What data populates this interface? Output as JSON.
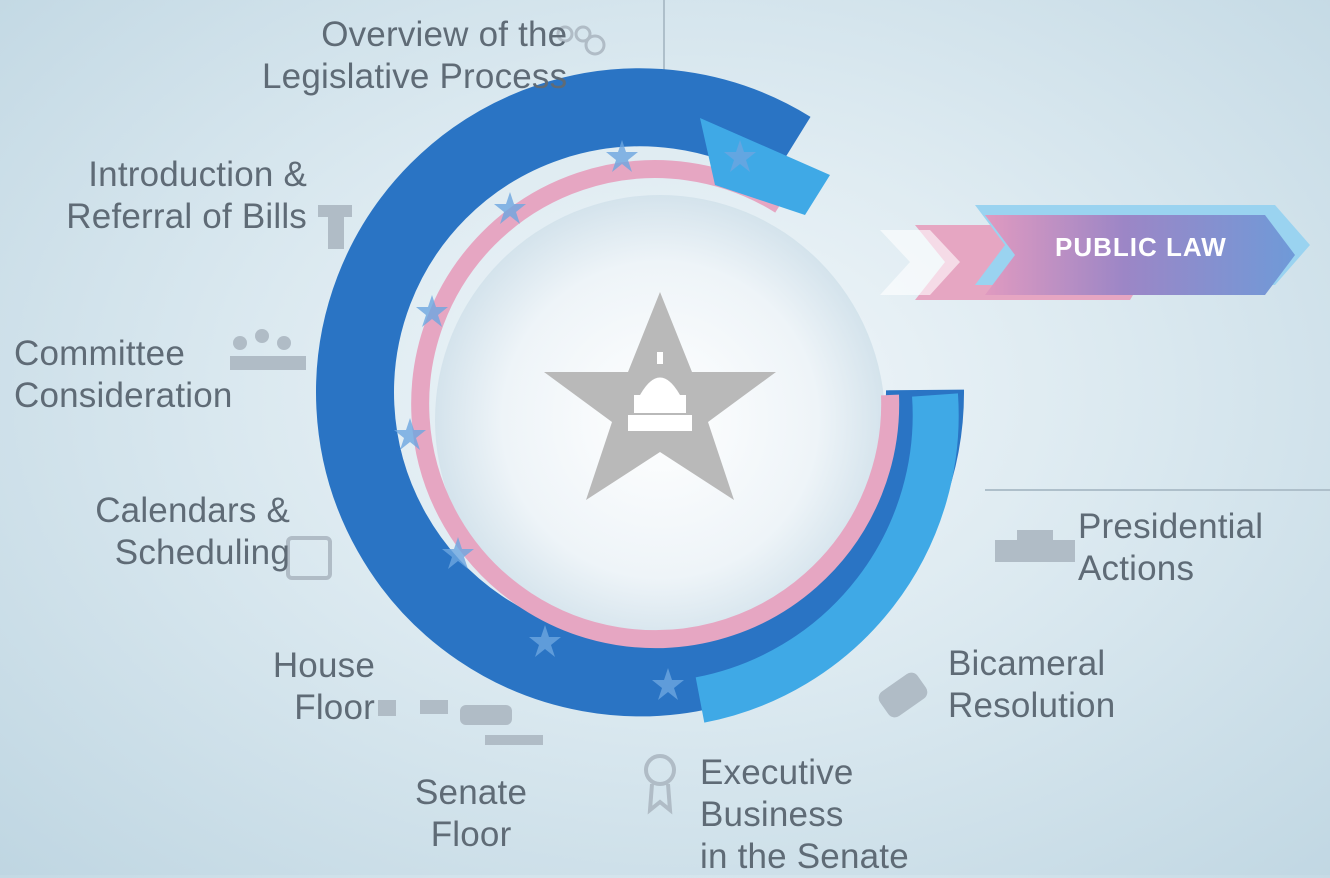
{
  "public_law": "PUBLIC LAW",
  "steps": {
    "overview": [
      "Overview of the",
      "Legislative Process"
    ],
    "introduction": [
      "Introduction &",
      "Referral of Bills"
    ],
    "committee": [
      "Committee",
      "Consideration"
    ],
    "calendars": [
      "Calendars &",
      "Scheduling"
    ],
    "house_floor": [
      "House",
      "Floor"
    ],
    "senate_floor": [
      "Senate",
      "Floor"
    ],
    "executive": [
      "Executive",
      "Business",
      "in the Senate"
    ],
    "bicameral": [
      "Bicameral",
      "Resolution"
    ],
    "presidential": [
      "Presidential",
      "Actions"
    ]
  },
  "colors": {
    "ring_blue": "#2a74c4",
    "ring_light_blue": "#3fa9e6",
    "ring_pink": "#e6a6c2",
    "banner_purple": "#8a84c4",
    "star_gray": "#b9b9b9",
    "label_gray": "#5f6b76"
  },
  "icons": {
    "center": "capitol-star-icon",
    "overview": "people-search-icon",
    "introduction": "podium-icon",
    "committee": "committee-group-icon",
    "calendars": "calendar-icon",
    "house_floor": "gavel-icon",
    "senate_floor": "handshake-icon",
    "executive": "award-ribbon-icon",
    "bicameral": "handshake-icon",
    "presidential": "white-house-icon"
  }
}
